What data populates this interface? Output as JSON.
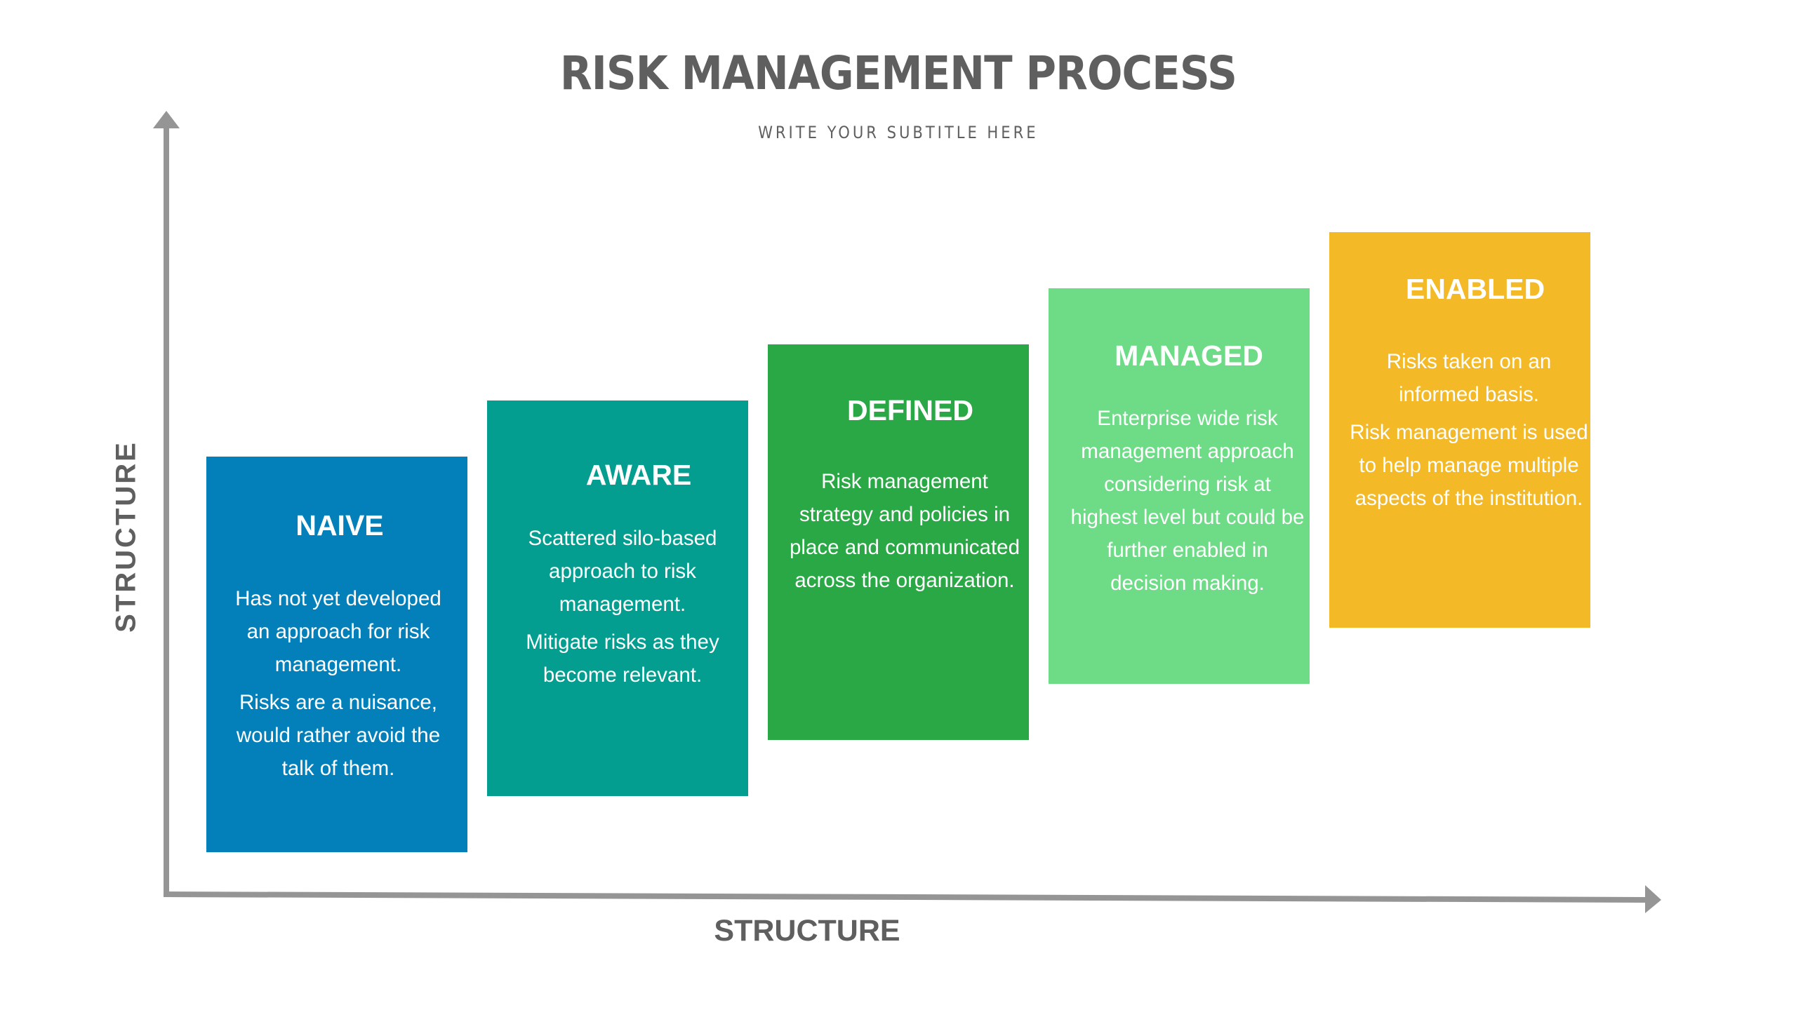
{
  "header": {
    "title": "RISK MANAGEMENT PROCESS",
    "subtitle": "WRITE YOUR SUBTITLE HERE"
  },
  "axes": {
    "x_label": "STRUCTURE",
    "y_label": "STRUCTURE",
    "color": "#959595"
  },
  "stages": [
    {
      "title": "NAIVE",
      "color": "#0380BA",
      "paragraphs": [
        "Has not yet developed an approach  for risk management.",
        "Risks are a nuisance, would rather avoid  the talk of them."
      ]
    },
    {
      "title": "AWARE",
      "color": "#039E8F",
      "paragraphs": [
        "Scattered  silo-based approach  to risk management.",
        "Mitigate risks as they become  relevant."
      ]
    },
    {
      "title": "DEFINED",
      "color": "#2AA846",
      "paragraphs": [
        "Risk management strategy and policies in place and communicated across the organization."
      ]
    },
    {
      "title": "MANAGED",
      "color": "#6EDB87",
      "paragraphs": [
        "Enterprise wide risk management  approach considering risk at highest level but could be further enabled in decision  making."
      ]
    },
    {
      "title": "ENABLED",
      "color": "#F3B926",
      "paragraphs": [
        "Risks taken on an informed basis.",
        "Risk management is used to help manage multiple aspects of the institution."
      ]
    }
  ]
}
